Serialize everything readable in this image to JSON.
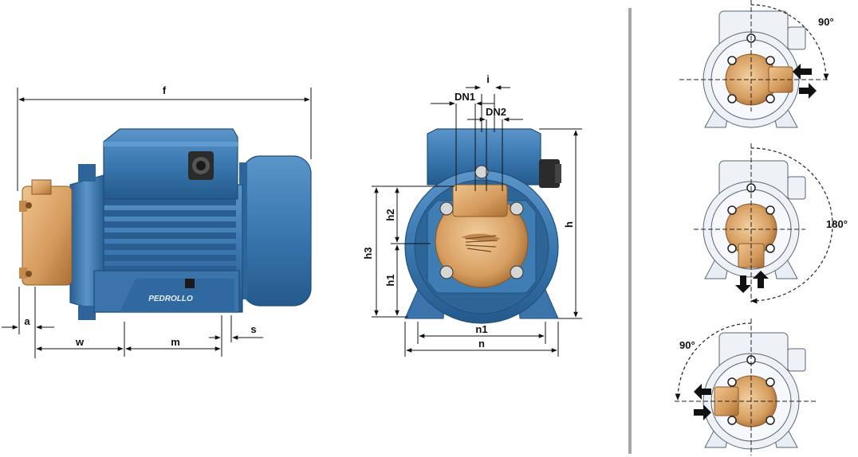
{
  "side_view": {
    "labels": {
      "f": "f",
      "a": "a",
      "w": "w",
      "m": "m",
      "s": "s"
    },
    "brand": "PEDROLLO"
  },
  "front_view": {
    "labels": {
      "i": "i",
      "dn1": "DN1",
      "dn2": "DN2",
      "h": "h",
      "h2": "h2",
      "h3": "h3",
      "h1": "h1",
      "n1": "n1",
      "n": "n"
    }
  },
  "rotation_views": [
    {
      "angle": "90°"
    },
    {
      "angle": "180°"
    },
    {
      "angle": "90°"
    }
  ],
  "colors": {
    "motor_blue": "#3a78b0",
    "motor_dark": "#1f4f7e",
    "brass": "#d9a468",
    "line_gray": "#a6a6a6"
  }
}
